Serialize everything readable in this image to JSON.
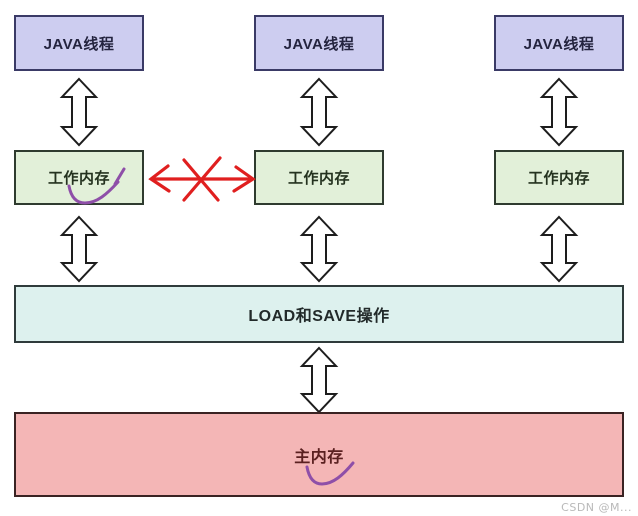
{
  "diagram": {
    "title": "Java Memory Model",
    "colors": {
      "thread_fill": "#cdcdf0",
      "working_fill": "#e2f0d9",
      "loadsave_fill": "#ddf1ee",
      "main_fill": "#f4b6b6",
      "border": "#2f3b3b",
      "annotation_red": "#e01f1f",
      "annotation_purple": "#8e4fa8"
    },
    "threads": [
      {
        "label": "JAVA线程"
      },
      {
        "label": "JAVA线程"
      },
      {
        "label": "JAVA线程"
      }
    ],
    "working_memories": [
      {
        "label": "工作内存"
      },
      {
        "label": "工作内存"
      },
      {
        "label": "工作内存"
      }
    ],
    "load_save": {
      "label": "LOAD和SAVE操作"
    },
    "main_memory": {
      "label": "主内存"
    },
    "annotations": {
      "blocked_link": "red double arrow crossed out with X between working memory 1 and working memory 2",
      "underline_working_memory": "purple hand-drawn check under 工作内存",
      "underline_main_memory": "purple hand-drawn check under 主内存"
    },
    "watermark": "CSDN @M..."
  }
}
